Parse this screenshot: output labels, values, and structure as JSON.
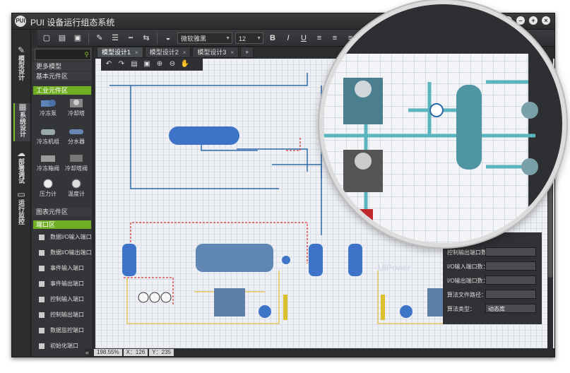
{
  "app": {
    "title": "PUI 设备运行组态系统",
    "logo": "PUI"
  },
  "window_controls": [
    "user-icon",
    "gear-icon",
    "minus-icon",
    "plus-icon",
    "close-icon"
  ],
  "toolbar": {
    "font_name": "微软雅黑",
    "font_size": "12",
    "bold": "B",
    "italic": "I",
    "underline": "U"
  },
  "leftbar": [
    {
      "label": "模型设计",
      "icon": "model-icon"
    },
    {
      "label": "系统设计",
      "icon": "system-icon",
      "active": true
    },
    {
      "label": "部署调试",
      "icon": "deploy-icon"
    },
    {
      "label": "运行监控",
      "icon": "monitor-icon"
    }
  ],
  "panel": {
    "more_models": "更多模型",
    "basic_components": "基本元件区",
    "industrial_components": "工业元件区",
    "industrial_items": [
      "冷冻泵",
      "冷却塔",
      "冷冻机组",
      "分水器",
      "冷冻箱阀",
      "冷却塔阀",
      "压力计",
      "温度计"
    ],
    "chart_components": "图表元件区",
    "port_area": "端口区",
    "ports": [
      "数据I/O输入端口",
      "数据I/O输出端口",
      "事件输入端口",
      "事件输出端口",
      "控制输入端口",
      "控制输出端口",
      "数据监控端口",
      "初始化端口"
    ]
  },
  "tabs": [
    {
      "label": "模型设计1",
      "active": true
    },
    {
      "label": "模型设计2",
      "active": false
    },
    {
      "label": "模型设计3",
      "active": false
    }
  ],
  "properties": [
    {
      "label": "控制输出端口数：",
      "value": ""
    },
    {
      "label": "I/O输入端口数：",
      "value": ""
    },
    {
      "label": "I/O输出端口数：",
      "value": ""
    },
    {
      "label": "算法文件路径：",
      "value": ""
    },
    {
      "label": "算法类型：",
      "value": "动态库"
    }
  ],
  "status": {
    "zoom": "198.55%",
    "x": "X：126",
    "y": "Y：235"
  },
  "colors": {
    "accent_green": "#7cbe29",
    "pipe_blue": "#2f6aa8",
    "pipe_red_dashed": "#d33b3b",
    "pipe_yellow": "#e0c040",
    "tank_blue": "#3d74c8"
  }
}
